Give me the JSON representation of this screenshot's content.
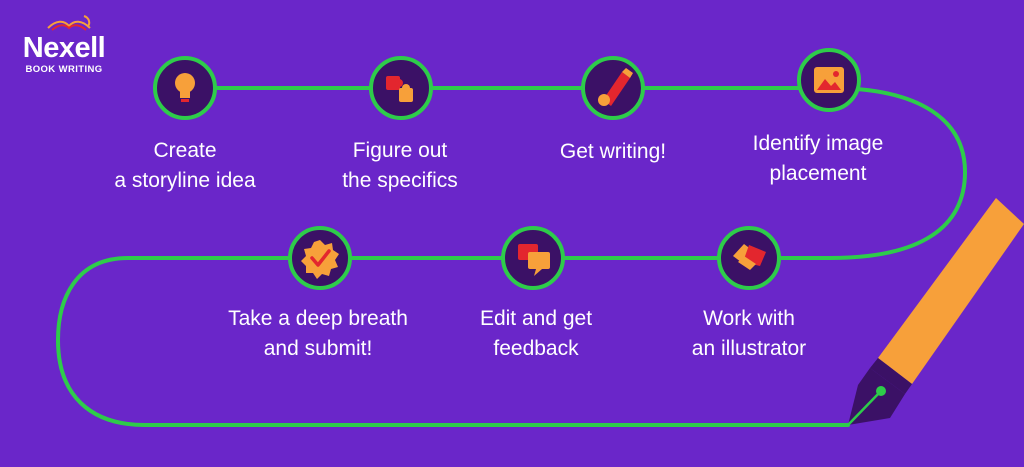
{
  "logo": {
    "name": "Nexell",
    "tagline": "BOOK WRITING"
  },
  "steps": [
    {
      "lines": [
        "Create",
        "a storyline idea"
      ],
      "icon": "lightbulb-icon"
    },
    {
      "lines": [
        "Figure out",
        "the specifics"
      ],
      "icon": "puzzle-pieces-icon"
    },
    {
      "lines": [
        "Get writing!"
      ],
      "icon": "pencil-hand-icon"
    },
    {
      "lines": [
        "Identify image",
        "placement"
      ],
      "icon": "image-icon"
    },
    {
      "lines": [
        "Work with",
        "an illustrator"
      ],
      "icon": "handshake-icon"
    },
    {
      "lines": [
        "Edit and get",
        "feedback"
      ],
      "icon": "chat-bubbles-icon"
    },
    {
      "lines": [
        "Take a deep breath",
        "and submit!"
      ],
      "icon": "approval-badge-icon"
    }
  ],
  "colors": {
    "background": "#6a26c9",
    "path": "#2ecc4a",
    "node_fill": "#3b1166",
    "icon_accent": "#f7a03a",
    "icon_red": "#e3262e",
    "pen_body": "#f7a03a",
    "pen_nib": "#3b1166"
  }
}
